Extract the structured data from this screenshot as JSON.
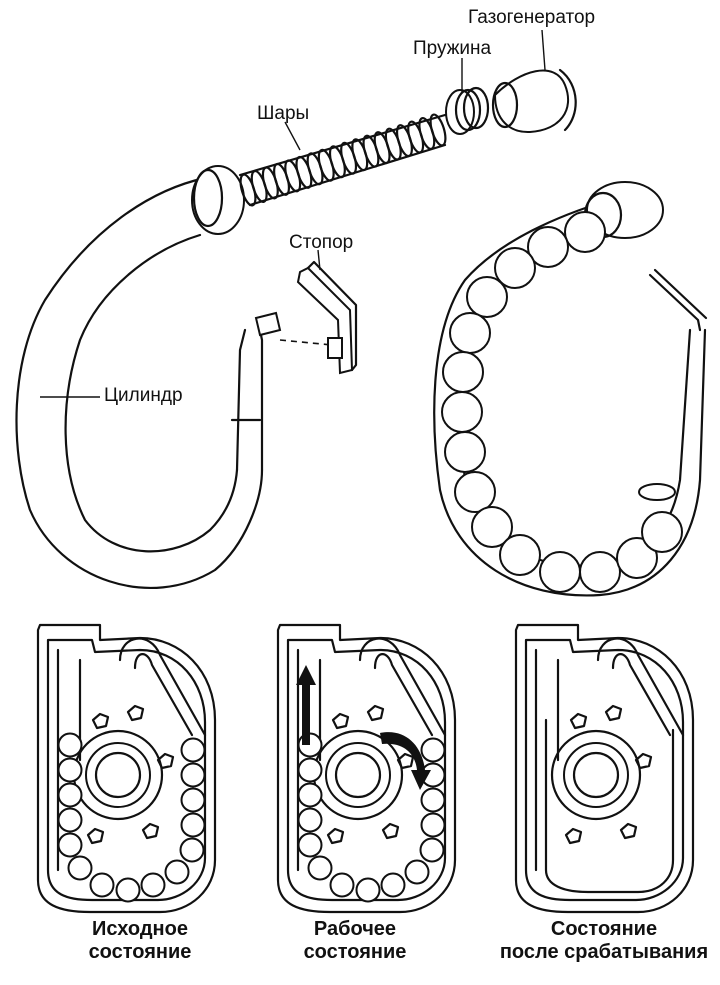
{
  "labels": {
    "gas_generator": "Газогенератор",
    "spring": "Пружина",
    "balls": "Шары",
    "stopper": "Стопор",
    "cylinder": "Цилиндр"
  },
  "captions": {
    "initial_line1": "Исходное",
    "initial_line2": "состояние",
    "working_line1": "Рабочее",
    "working_line2": "состояние",
    "after_line1": "Состояние",
    "after_line2": "после срабатывания"
  }
}
